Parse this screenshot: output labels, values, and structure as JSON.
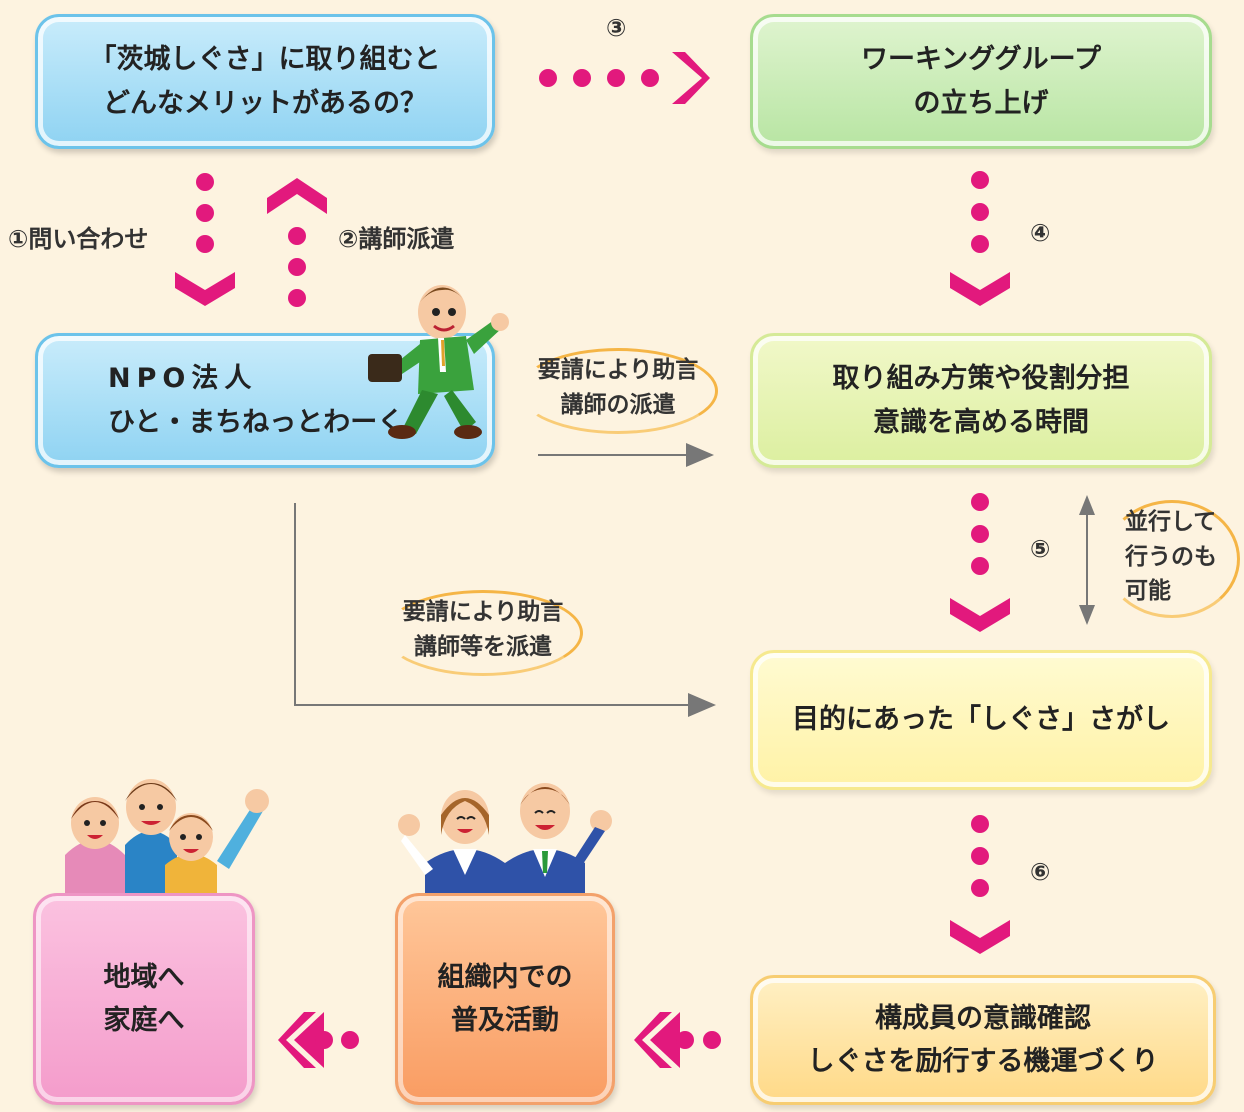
{
  "colors": {
    "arrow": "#e2197d",
    "connector": "#777777"
  },
  "boxes": {
    "merit": {
      "line1": "「茨城しぐさ」に取り組むと",
      "line2": "どんなメリットがあるの？"
    },
    "working_group": {
      "line1": "ワーキンググループ",
      "line2": "の立ち上げ"
    },
    "npo": {
      "line1": "NPO法人",
      "line2": "ひと・まちねっとわーく"
    },
    "policy": {
      "line1": "取り組み方策や役割分担",
      "line2": "意識を高める時間"
    },
    "search": {
      "line1": "目的にあった「しぐさ」さがし"
    },
    "confirm": {
      "line1": "構成員の意識確認",
      "line2": "しぐさを励行する機運づくり"
    },
    "internal": {
      "line1": "組織内での",
      "line2": "普及活動"
    },
    "community": {
      "line1": "地域へ",
      "line2": "家庭へ"
    }
  },
  "steps": {
    "s1": "①問い合わせ",
    "s2": "②講師派遣",
    "s3": "③",
    "s4": "④",
    "s5": "⑤",
    "s6": "⑥"
  },
  "bubbles": {
    "request1": {
      "line1": "要請により助言",
      "line2": "講師の派遣"
    },
    "request2": {
      "line1": "要請により助言",
      "line2": "講師等を派遣"
    },
    "parallel": {
      "line1": "並行して",
      "line2": "行うのも",
      "line3": "可能"
    }
  },
  "icons": [
    "running-man-illustration",
    "family-illustration",
    "office-workers-illustration"
  ]
}
